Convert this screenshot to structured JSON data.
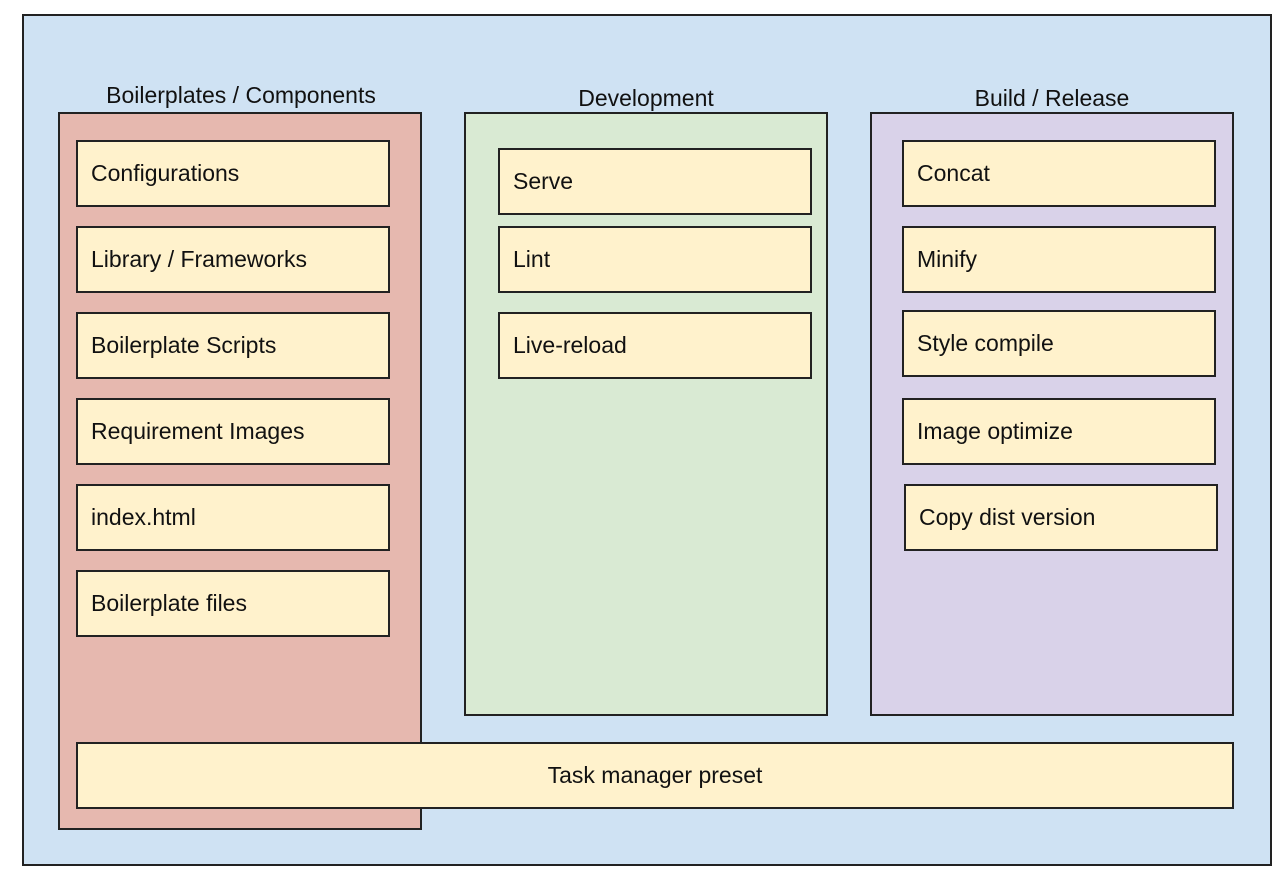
{
  "colors": {
    "background": "#cfe2f3",
    "boilerplates_column": "#e6b8af",
    "development_column": "#d9ead3",
    "build_column": "#d9d2e9",
    "item_fill": "#fff2cc",
    "border": "#222222"
  },
  "columns": {
    "boilerplates": {
      "title": "Boilerplates / Components",
      "items": [
        "Configurations",
        "Library / Frameworks",
        "Boilerplate Scripts",
        "Requirement Images",
        "index.html",
        "Boilerplate files"
      ]
    },
    "development": {
      "title": "Development",
      "items": [
        "Serve",
        "Lint",
        "Live-reload"
      ]
    },
    "build": {
      "title": "Build / Release",
      "items": [
        "Concat",
        "Minify",
        "Style compile",
        "Image optimize",
        "Copy dist version"
      ]
    }
  },
  "preset": {
    "label": "Task manager preset"
  }
}
